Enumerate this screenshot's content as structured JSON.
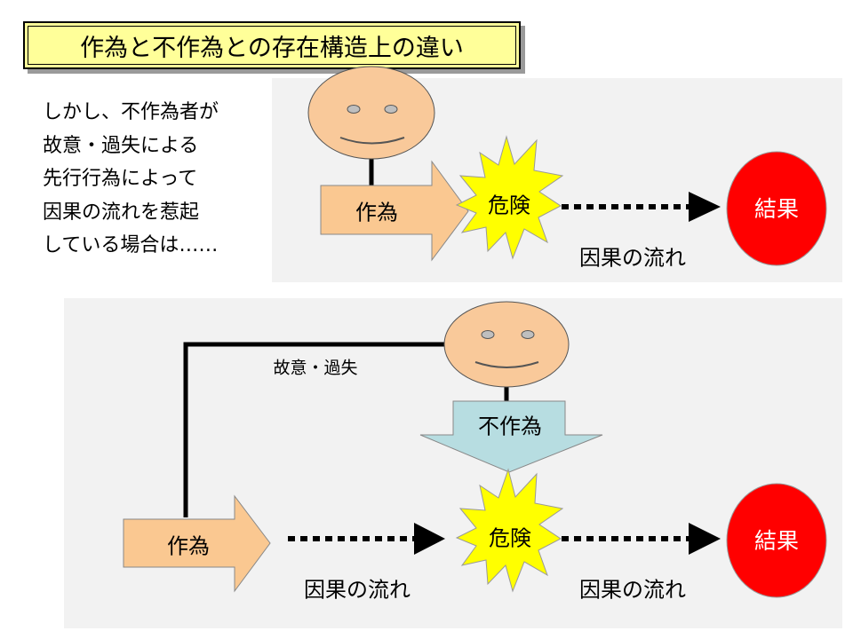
{
  "title": "作為と不作為との存在構造上の違い",
  "intro_lines": [
    "しかし、不作為者が",
    "故意・過失による",
    "先行行為によって",
    "因果の流れを惹起",
    "している場合は……"
  ],
  "top_diagram": {
    "act_label": "作為",
    "danger_label": "危険",
    "flow_label": "因果の流れ",
    "result_label": "結果"
  },
  "bottom_diagram": {
    "intent_label": "故意・過失",
    "omission_label": "不作為",
    "act_label": "作為",
    "danger_label": "危険",
    "flow_label_1": "因果の流れ",
    "flow_label_2": "因果の流れ",
    "result_label": "結果"
  },
  "colors": {
    "title_bg": "#ffff99",
    "face": "#f9c99a",
    "act_arrow": "#fac891",
    "danger_burst": "#ffff00",
    "omission_arrow": "#b7dde1",
    "result": "#ff0000",
    "panel_bg": "#f2f2f2"
  }
}
